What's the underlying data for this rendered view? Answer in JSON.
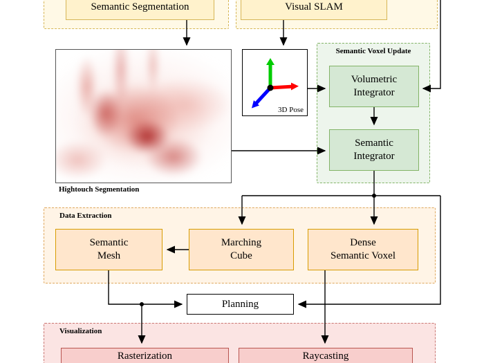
{
  "groups": {
    "semantic_voxel_update": "Semantic Voxel Update",
    "data_extraction": "Data Extraction",
    "visualization": "Visualization"
  },
  "nodes": {
    "semantic_segmentation": "Semantic Segmentation",
    "visual_slam": "Visual SLAM",
    "volumetric_integrator": "Volumetric\nIntegrator",
    "semantic_integrator": "Semantic\nIntegrator",
    "semantic_mesh": "Semantic\nMesh",
    "marching_cube": "Marching\nCube",
    "dense_semantic_voxel": "Dense\nSemantic Voxel",
    "planning": "Planning",
    "rasterization": "Rasterization",
    "raycasting": "Raycasting"
  },
  "labels": {
    "heatmap_caption": "Hightouch Segmentation",
    "pose": "3D Pose"
  },
  "colors": {
    "yellow_fill": "#fff2cc",
    "yellow_border": "#d6b656",
    "green_fill": "#d5e8d4",
    "green_border": "#82b366",
    "orange_fill": "#ffe6cc",
    "orange_border": "#d79b00",
    "pink_fill": "#f8cecc",
    "pink_border": "#b85450",
    "axis_x": "#ff0000",
    "axis_y": "#00cc00",
    "axis_z": "#0000ff"
  }
}
